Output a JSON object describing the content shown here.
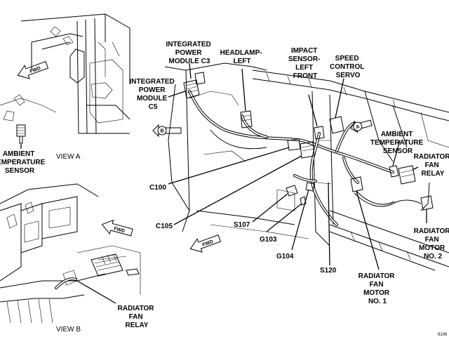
{
  "labels": {
    "integrated_power_module_c3": [
      "INTEGRATED",
      "POWER",
      "MODULE C3"
    ],
    "headlamp_left": [
      "HEADLAMP-",
      "LEFT"
    ],
    "impact_sensor_left_front": [
      "IMPACT",
      "SENSOR-",
      "LEFT",
      "FRONT"
    ],
    "speed_control_servo": [
      "SPEED",
      "CONTROL",
      "SERVO"
    ],
    "integrated_power_module_c5": [
      "INTEGRATED",
      "POWER",
      "MODULE",
      "C5"
    ],
    "ambient_temperature_sensor_main": [
      "AMBIENT",
      "TEMPERATURE",
      "SENSOR"
    ],
    "radiator_fan_relay_main": [
      "RADIATOR",
      "FAN",
      "RELAY"
    ],
    "radiator_fan_motor_no2": [
      "RADIATOR",
      "FAN",
      "MOTOR",
      "NO. 2"
    ],
    "radiator_fan_motor_no1": [
      "RADIATOR",
      "FAN",
      "MOTOR",
      "NO. 1"
    ],
    "c100": "C100",
    "c105": "C105",
    "s107": "S107",
    "g103": "G103",
    "g104": "G104",
    "s120": "S120",
    "ambient_temperature_sensor_view_a": [
      "AMBIENT",
      "TEMPERATURE",
      "SENSOR"
    ],
    "radiator_fan_relay_view_b": [
      "RADIATOR",
      "FAN",
      "RELAY"
    ]
  },
  "views": {
    "view_a": "VIEW A",
    "view_b": "VIEW B"
  },
  "view_markers": {
    "a": "A",
    "b": "B"
  },
  "fwd_arrows": [
    "FWD",
    "FWD",
    "FWD"
  ],
  "figure_id": "8106"
}
